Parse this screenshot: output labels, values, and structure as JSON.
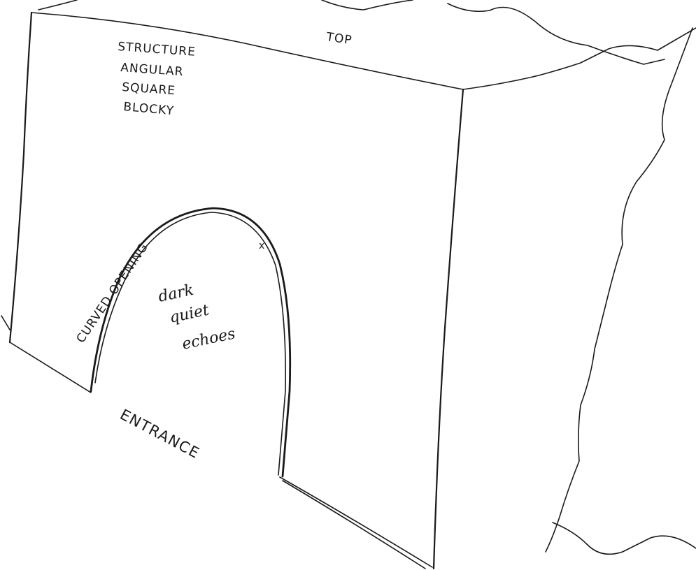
{
  "labels": {
    "top": "TOP",
    "structure_words": [
      "STRUCTURE",
      "ANGULAR",
      "SQUARE",
      "BLOCKY"
    ],
    "curved_opening": "CURVED OPENING",
    "inside_words": [
      "dark",
      "quiet",
      "echoes"
    ],
    "entrance": "ENTRANCE",
    "x_mark": "x"
  }
}
